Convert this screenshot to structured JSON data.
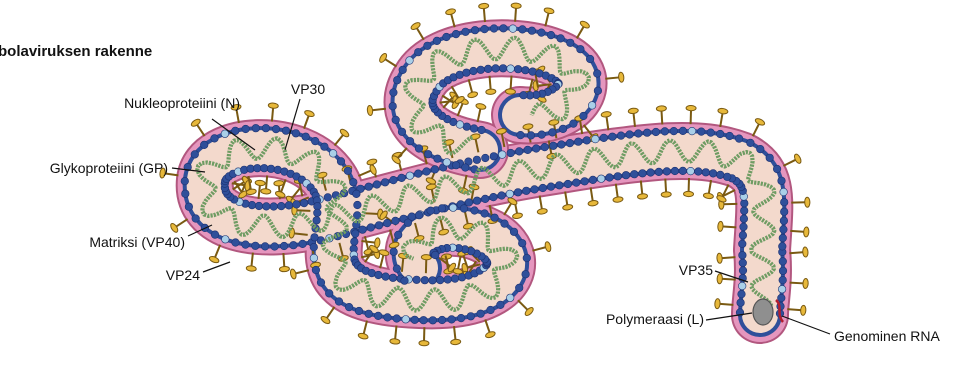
{
  "title": "Ebolaviruksen rakenne",
  "labels": {
    "nucleoprotein": "Nukleoproteiini (N)",
    "vp30": "VP30",
    "glycoprotein": "Glykoproteiini (GP)",
    "matrix": "Matriksi (VP40)",
    "vp24": "VP24",
    "vp35": "VP35",
    "polymerase": "Polymeraasi (L)",
    "genomic_rna": "Genominen RNA"
  },
  "colors": {
    "envelope": "#e596be",
    "envelope_edge": "#b2577f",
    "interior": "#f3d9cc",
    "matrix_bead": "#2f4f9a",
    "matrix_bead_light": "#a9cfe8",
    "glycoprotein": "#e7b83a",
    "nucleocapsid": "#6f9c63",
    "polymerase": "#8f8f8f",
    "rna": "#b11e2e"
  }
}
